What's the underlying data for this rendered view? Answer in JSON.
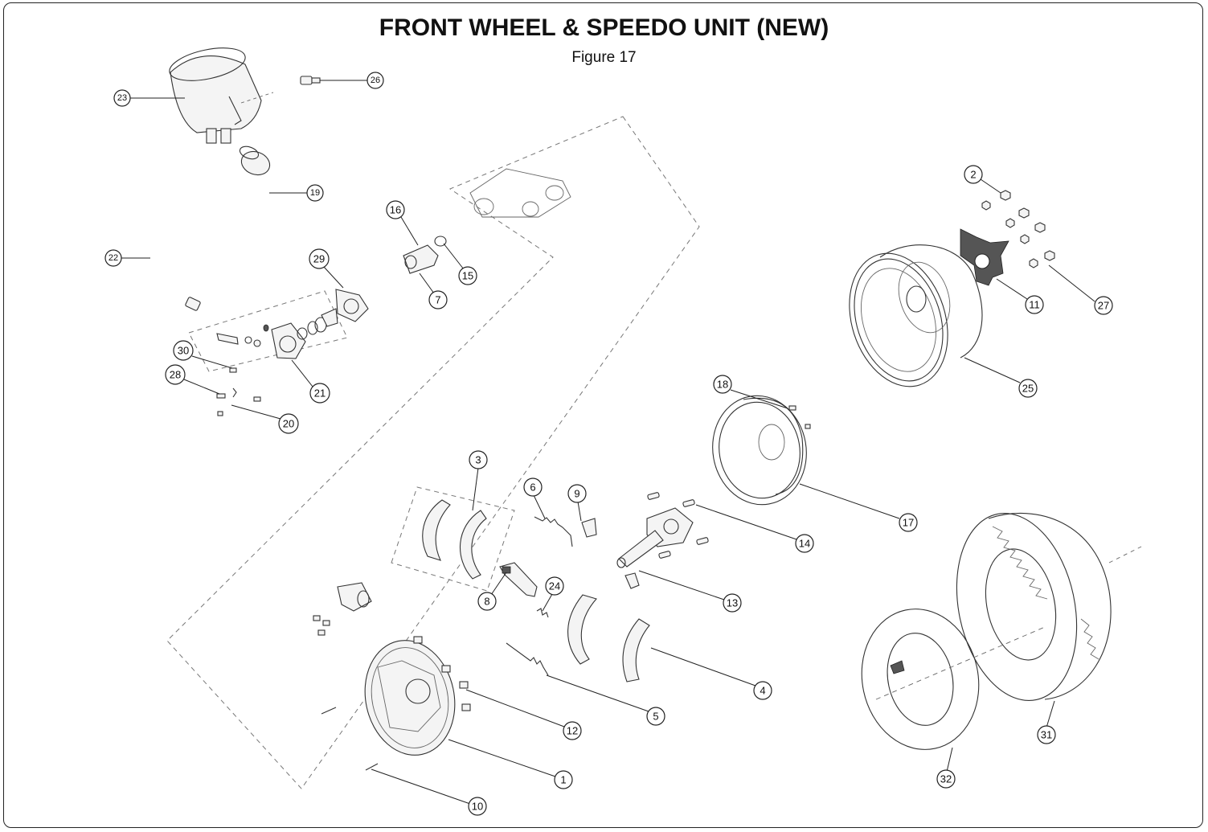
{
  "figure": {
    "title": "FRONT WHEEL & SPEEDO UNIT (NEW)",
    "subtitle": "Figure 17"
  },
  "callouts": [
    {
      "id": "c23",
      "label": "23"
    },
    {
      "id": "c26",
      "label": "26"
    },
    {
      "id": "c19",
      "label": "19"
    },
    {
      "id": "c22",
      "label": "22"
    },
    {
      "id": "c29",
      "label": "29"
    },
    {
      "id": "c30",
      "label": "30"
    },
    {
      "id": "c21",
      "label": "21"
    },
    {
      "id": "c28",
      "label": "28"
    },
    {
      "id": "c20",
      "label": "20"
    },
    {
      "id": "c16",
      "label": "16"
    },
    {
      "id": "c15",
      "label": "15"
    },
    {
      "id": "c7",
      "label": "7"
    },
    {
      "id": "c2",
      "label": "2"
    },
    {
      "id": "c11",
      "label": "11"
    },
    {
      "id": "c27",
      "label": "27"
    },
    {
      "id": "c25",
      "label": "25"
    },
    {
      "id": "c18",
      "label": "18"
    },
    {
      "id": "c17",
      "label": "17"
    },
    {
      "id": "c3",
      "label": "3"
    },
    {
      "id": "c6",
      "label": "6"
    },
    {
      "id": "c9",
      "label": "9"
    },
    {
      "id": "c14",
      "label": "14"
    },
    {
      "id": "c8",
      "label": "8"
    },
    {
      "id": "c24",
      "label": "24"
    },
    {
      "id": "c13",
      "label": "13"
    },
    {
      "id": "c4",
      "label": "4"
    },
    {
      "id": "c5",
      "label": "5"
    },
    {
      "id": "c12",
      "label": "12"
    },
    {
      "id": "c1",
      "label": "1"
    },
    {
      "id": "c10",
      "label": "10"
    },
    {
      "id": "c31",
      "label": "31"
    },
    {
      "id": "c32",
      "label": "32"
    }
  ]
}
